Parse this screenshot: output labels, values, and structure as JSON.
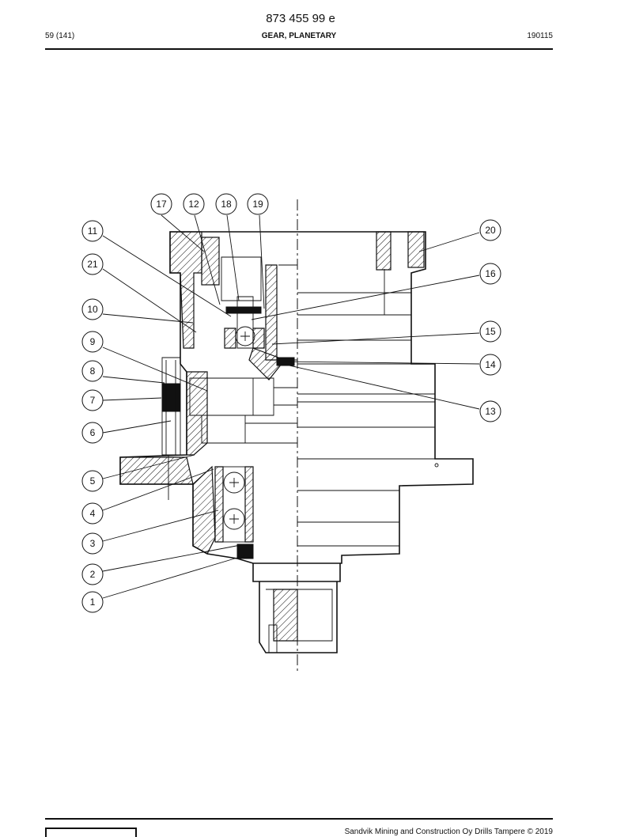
{
  "header": {
    "document_number": "873 455 99 e",
    "page": "59 (141)",
    "title": "GEAR, PLANETARY",
    "date_code": "190115"
  },
  "callouts": [
    "17",
    "12",
    "18",
    "19",
    "11",
    "21",
    "10",
    "9",
    "8",
    "7",
    "6",
    "5",
    "4",
    "3",
    "2",
    "1",
    "20",
    "16",
    "15",
    "14",
    "13"
  ],
  "footer": {
    "copyright": "Sandvik Mining and Construction Oy Drills Tampere © 2019"
  }
}
